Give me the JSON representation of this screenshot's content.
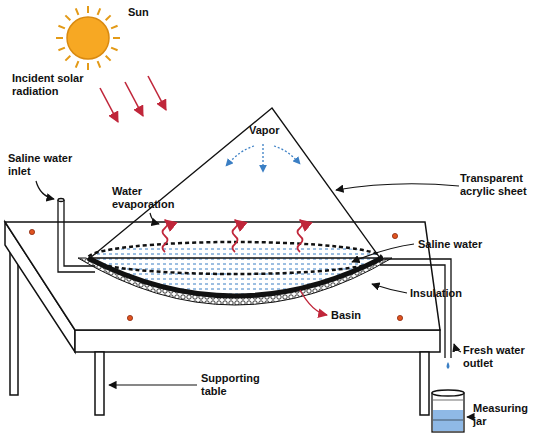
{
  "diagram": {
    "labels": [
      "Sun",
      "Incident solar radiation",
      "Saline water inlet",
      "Vapor",
      "Transparent acrylic sheet",
      "Water evaporation",
      "Saline water",
      "Insulation",
      "Basin",
      "Fresh water outlet",
      "Supporting table",
      "Measuring jar"
    ]
  }
}
